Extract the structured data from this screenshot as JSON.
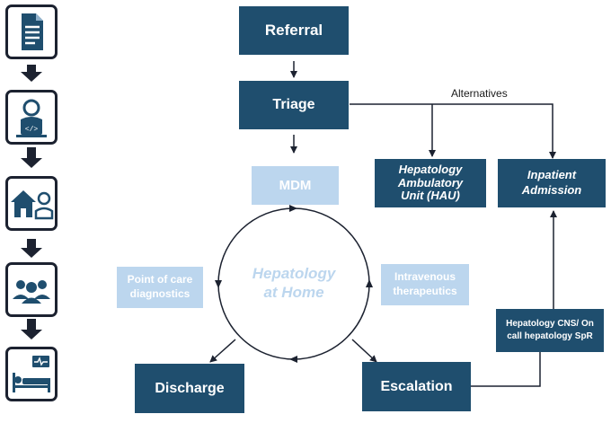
{
  "colors": {
    "dark": "#1f4e6e",
    "light": "#bcd6ee",
    "icon": "#1f4e6e",
    "line": "#1c2230"
  },
  "sidebar": {
    "icons": [
      "document-icon",
      "clinician-computer-icon",
      "home-clinician-icon",
      "group-people-icon",
      "hospital-bed-icon"
    ]
  },
  "nodes": {
    "referral": "Referral",
    "triage": "Triage",
    "mdm": "MDM",
    "hau": "Hepatology Ambulatory Unit (HAU)",
    "inpatient": "Inpatient Admission",
    "hah_line1": "Hepatology",
    "hah_line2": "at Home",
    "poc": "Point of care diagnostics",
    "iv": "Intravenous therapeutics",
    "discharge": "Discharge",
    "escalation": "Escalation",
    "cns": "Hepatology CNS/ On call hepatology SpR"
  },
  "labels": {
    "alternatives": "Alternatives"
  }
}
